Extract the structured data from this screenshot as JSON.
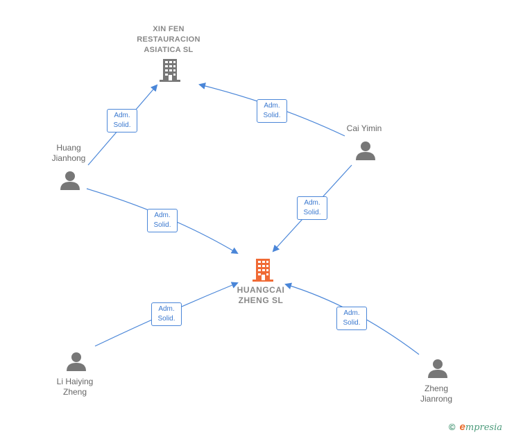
{
  "nodes": {
    "xin_fen": {
      "label": "XIN FEN\nRESTAURACION\nASIATICA  SL",
      "type": "company"
    },
    "huangcai": {
      "label": "HUANGCAI\nZHENG  SL",
      "type": "company-main"
    },
    "huang": {
      "label": "Huang\nJianhong",
      "type": "person"
    },
    "cai": {
      "label": "Cai Yimin",
      "type": "person"
    },
    "li": {
      "label": "Li Haiying\nZheng",
      "type": "person"
    },
    "zheng": {
      "label": "Zheng\nJianrong",
      "type": "person"
    }
  },
  "edges": [
    {
      "from": "huang",
      "to": "xin_fen",
      "label": "Adm.\nSolid."
    },
    {
      "from": "cai",
      "to": "xin_fen",
      "label": "Adm.\nSolid."
    },
    {
      "from": "huang",
      "to": "huangcai",
      "label": "Adm.\nSolid."
    },
    {
      "from": "cai",
      "to": "huangcai",
      "label": "Adm.\nSolid."
    },
    {
      "from": "li",
      "to": "huangcai",
      "label": "Adm.\nSolid."
    },
    {
      "from": "zheng",
      "to": "huangcai",
      "label": "Adm.\nSolid."
    }
  ],
  "colors": {
    "edge": "#4a86d8",
    "person": "#777777",
    "company": "#777777",
    "company_main": "#f06a35"
  },
  "footer": {
    "copyright": "©",
    "brand_e": "e",
    "brand_rest": "mpresia"
  }
}
